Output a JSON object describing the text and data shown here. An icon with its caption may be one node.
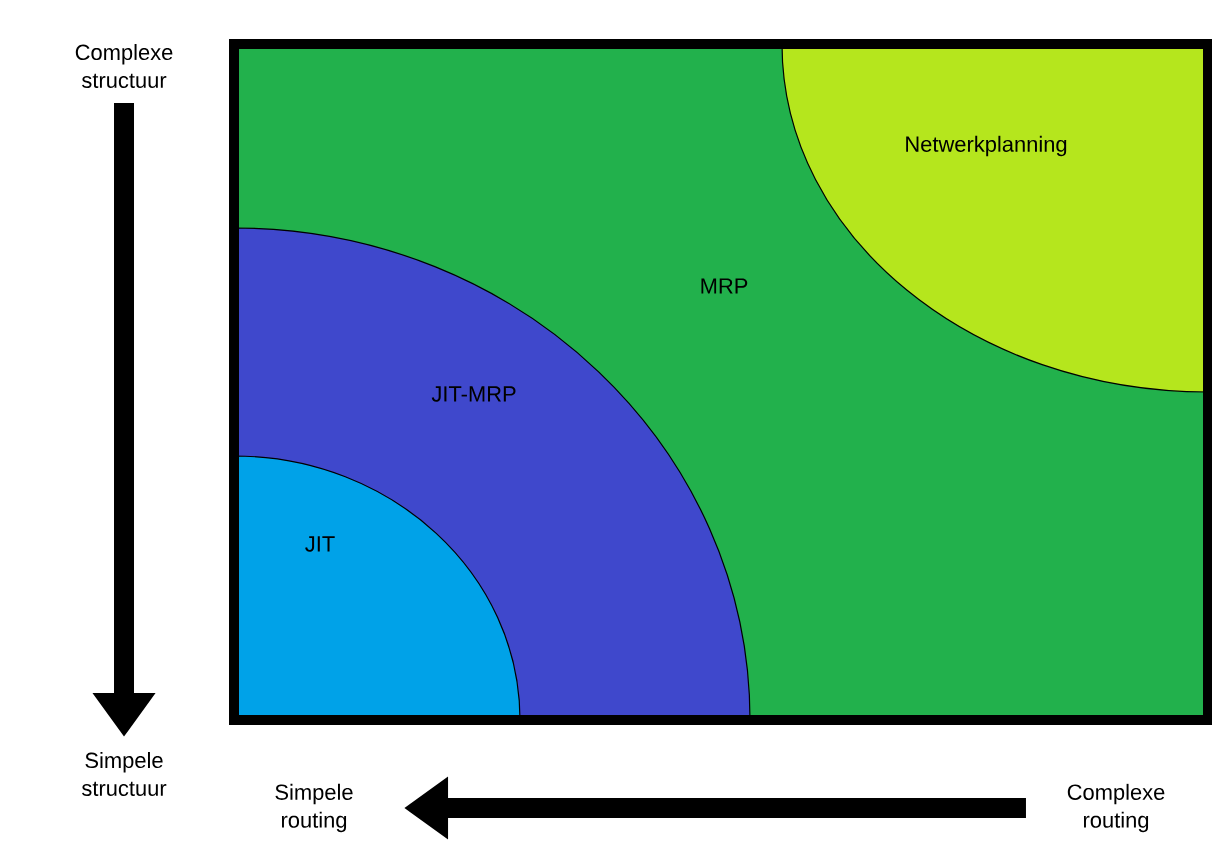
{
  "diagram": {
    "nodes": [
      {
        "text": [
          "MRP"
        ]
      },
      {
        "text": [
          "Netwerkplanning"
        ],
        "in": 0
      },
      {
        "text": [
          "JIT-MRP"
        ],
        "in": 0
      },
      {
        "text": [
          "JIT"
        ],
        "in": 2
      },
      {
        "text": [
          "Complexe structuur"
        ]
      },
      {
        "text": [
          "Simpele structuur"
        ]
      },
      {
        "text": [
          "Complexe routing"
        ]
      },
      {
        "text": [
          "Simpele routing"
        ]
      }
    ],
    "edges": [
      {
        "from": 4,
        "to": 5,
        "arrow": "to"
      },
      {
        "from": 6,
        "to": 7,
        "arrow": "to"
      }
    ]
  }
}
